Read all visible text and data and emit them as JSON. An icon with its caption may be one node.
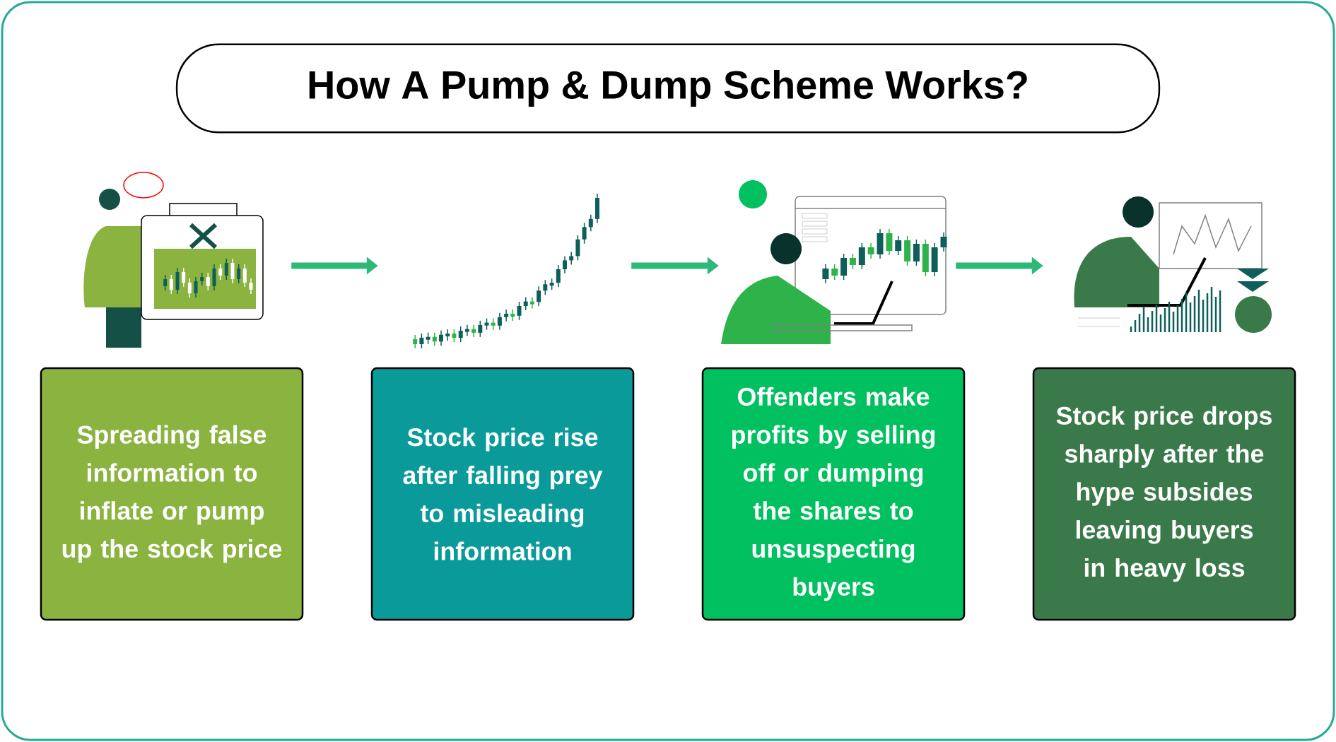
{
  "diagram": {
    "title": "How A Pump & Dump Scheme Works?",
    "nodes": [
      {
        "text": [],
        "shape": "picture"
      },
      {
        "text": [],
        "shape": "picture"
      },
      {
        "text": [],
        "shape": "picture"
      },
      {
        "text": [],
        "shape": "picture"
      },
      {
        "text": [
          "Spreading false information to inflate or pump up the stock price"
        ]
      },
      {
        "text": [
          "Stock price rise after falling prey to misleading information"
        ]
      },
      {
        "text": [
          "Offenders make profits by selling off or dumping the shares to unsuspecting buyers"
        ]
      },
      {
        "text": [
          "Stock price drops sharply after the hype subsides leaving buyers in heavy loss"
        ]
      }
    ],
    "edges": [
      {
        "from": 0,
        "to": 1,
        "arrow": "to"
      },
      {
        "from": 1,
        "to": 2,
        "arrow": "to"
      },
      {
        "from": 2,
        "to": 3,
        "arrow": "to"
      }
    ]
  }
}
